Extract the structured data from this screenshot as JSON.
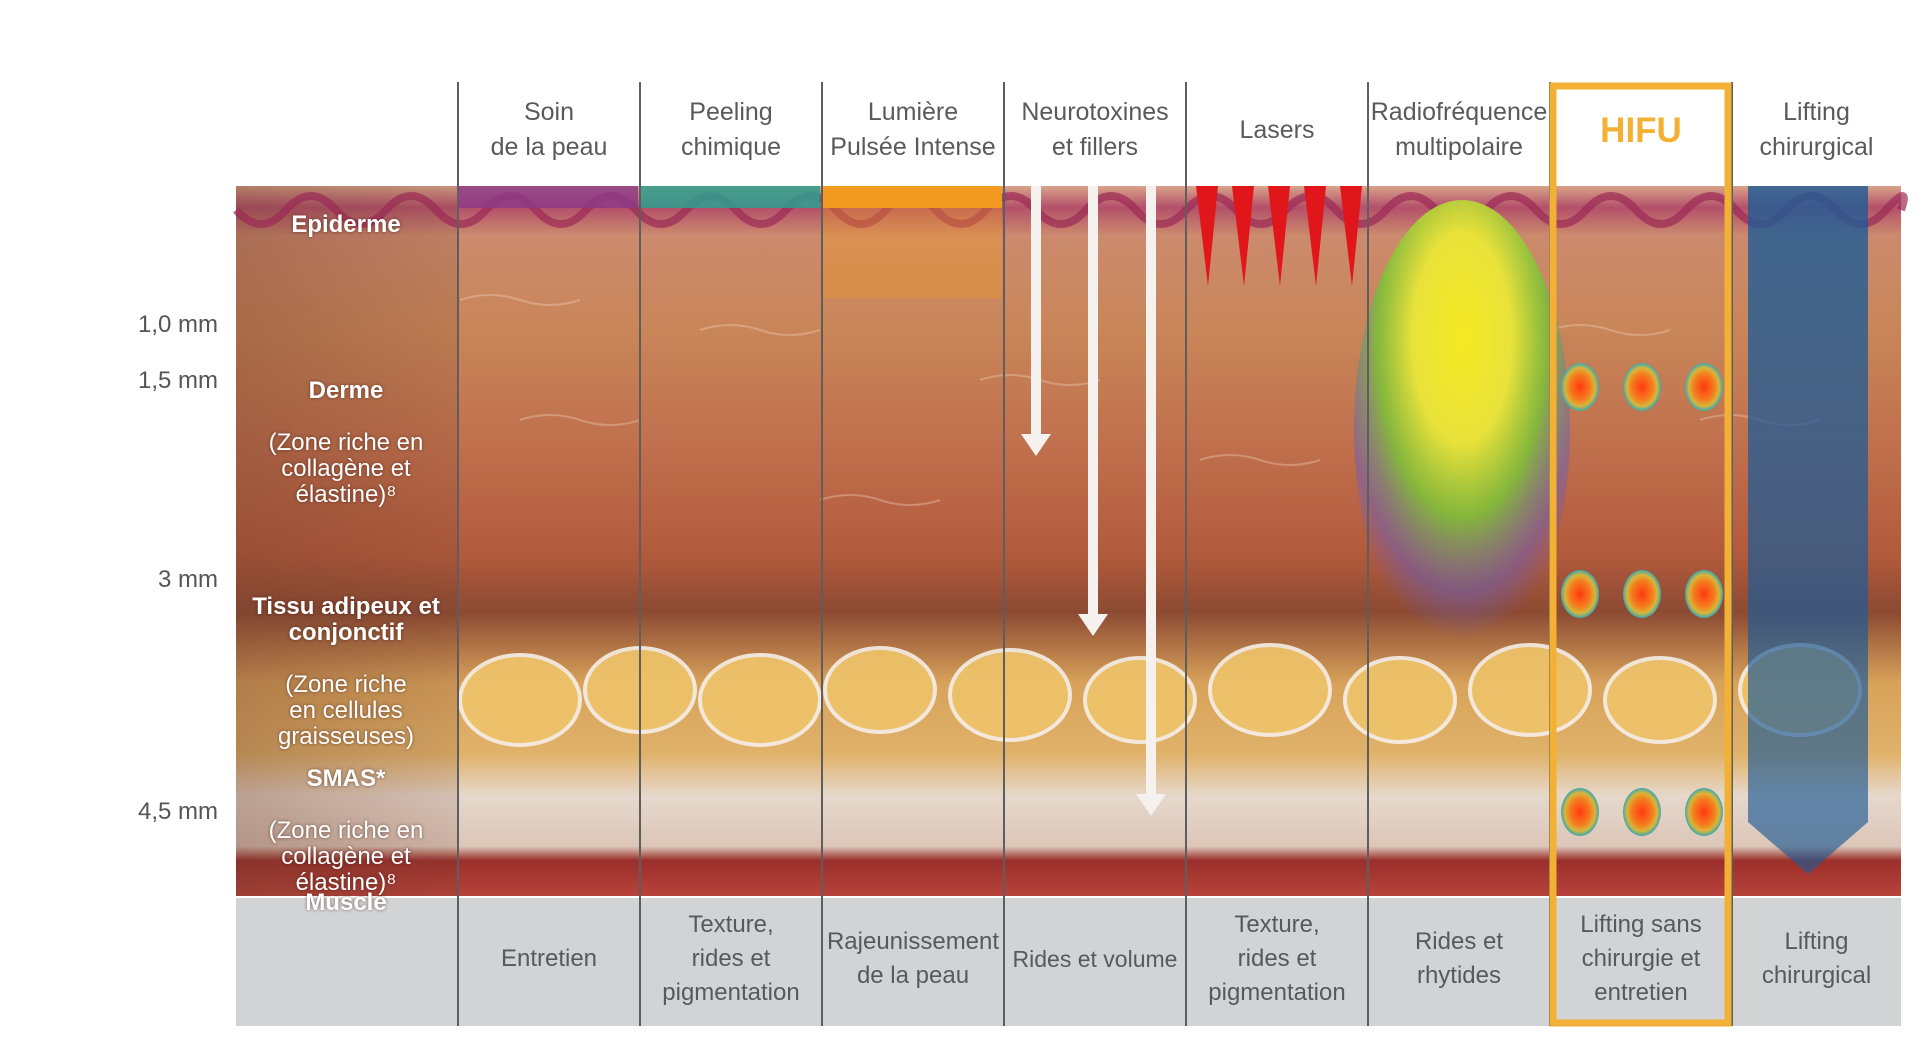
{
  "columns": [
    {
      "id": "skincare",
      "header": "Soin\nde la peau",
      "result": "Entretien",
      "accent": "#8e3a86"
    },
    {
      "id": "peeling",
      "header": "Peeling\nchimique",
      "result": "Texture,\nrides et\npigmentation",
      "accent": "#2e9e8e"
    },
    {
      "id": "ipl",
      "header": "Lumière\nPulsée Intense",
      "result": "Rajeunissement\nde la peau",
      "accent": "#f29a1f"
    },
    {
      "id": "neurotoxins",
      "header": "Neurotoxines\net fillers",
      "result": "Rides et volume",
      "accent": "#ffffff"
    },
    {
      "id": "lasers",
      "header": "Lasers",
      "result": "Texture,\nrides et\npigmentation",
      "accent": "#e0161b"
    },
    {
      "id": "radiofrequency",
      "header": "Radiofréquence\nmultipolaire",
      "result": "Rides et\nrhytides",
      "accent": "#f0e020"
    },
    {
      "id": "hifu",
      "header": "HIFU",
      "result": "Lifting sans\nchirurgie et\nentretien",
      "accent": "#f2b134"
    },
    {
      "id": "surgical",
      "header": "Lifting\nchirurgical",
      "result": "Lifting\nchirurgical",
      "accent": "#1f5f9a"
    }
  ],
  "layers": [
    {
      "id": "epidermis",
      "title": "Epiderme",
      "detail": ""
    },
    {
      "id": "dermis",
      "title": "Derme",
      "detail": "(Zone riche en\ncollagène et\nélastine)⁸"
    },
    {
      "id": "adipose",
      "title": "Tissu adipeux et\nconjonctif",
      "detail": "(Zone riche\nen cellules\ngraisseuses)"
    },
    {
      "id": "smas",
      "title": "SMAS*",
      "detail": "(Zone riche en\ncollagène et\nélastine)⁸"
    },
    {
      "id": "muscle",
      "title": "Muscle",
      "detail": ""
    }
  ],
  "depths": [
    "1,0 mm",
    "1,5 mm",
    "3 mm",
    "4,5 mm"
  ],
  "colors": {
    "highlight": "#f2b134",
    "footer_bg": "#d2d3d5",
    "divider": "#5e5e5e",
    "skin_dermis": "#c27a52",
    "skin_fat": "#e9b45a",
    "muscle": "#a8342f",
    "focal_point": "#f0561f"
  }
}
